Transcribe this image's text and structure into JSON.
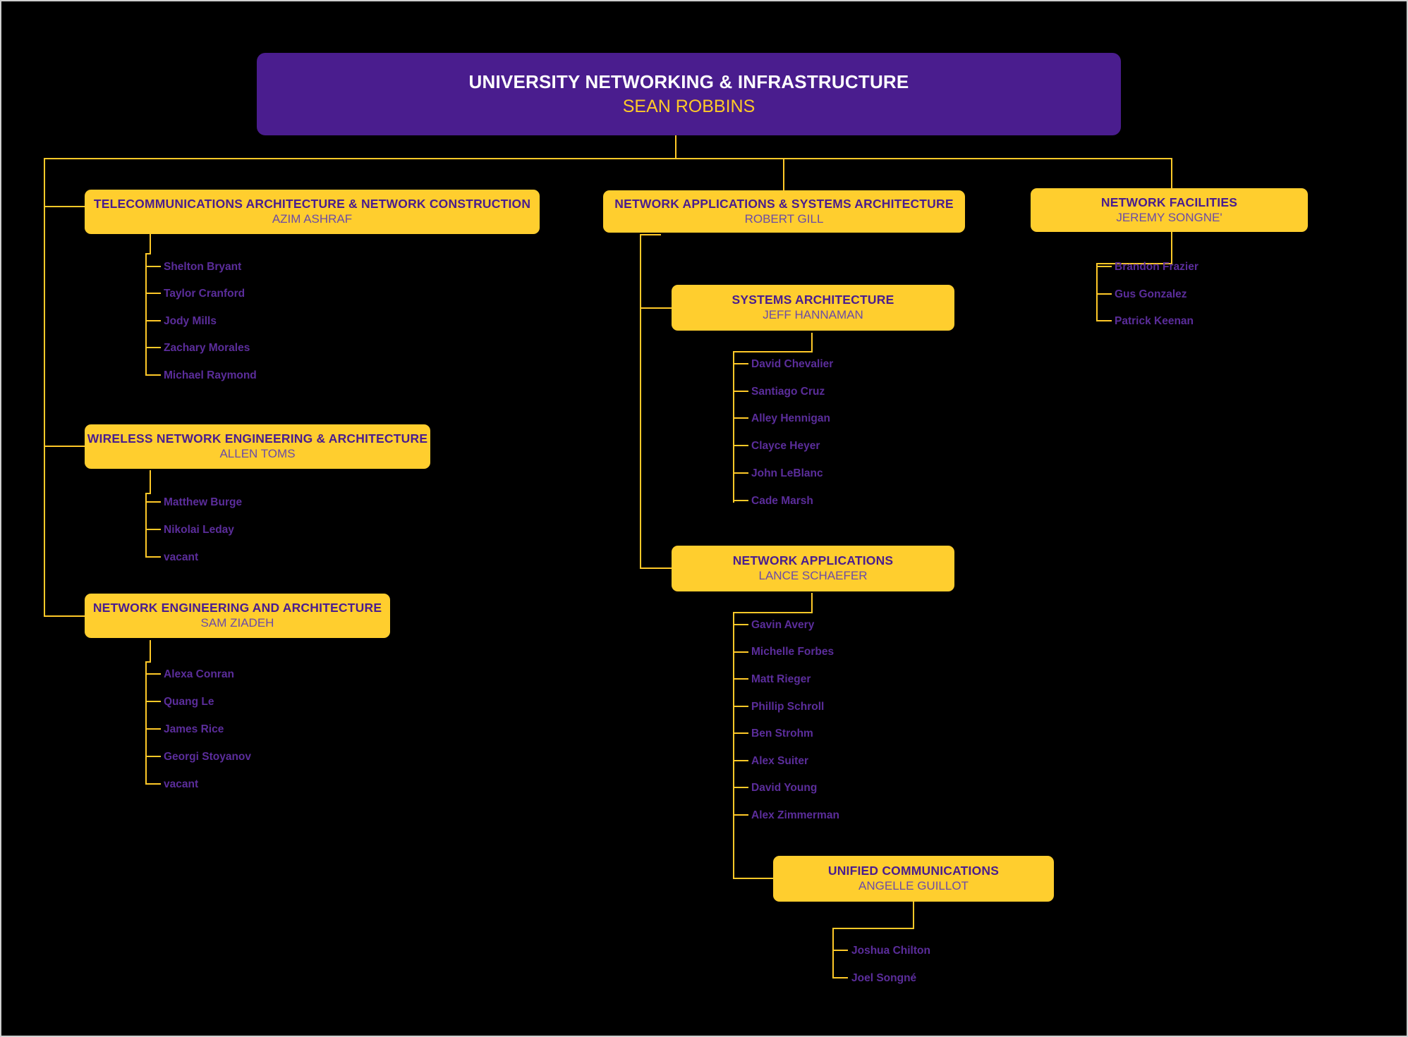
{
  "meta": {
    "chart_title": "UNIVERSITY NETWORKING & INFRASTRUCTURE",
    "background_color": "#000000",
    "box_color": "#ffce2e",
    "root_box_color": "#4a1d8e",
    "connector_color": "#ffc928",
    "unit_text_color": "#4a1d8e",
    "person_text_color": "#6b4ba8",
    "leaf_text_color": "#5b2d9b",
    "root_unit_text_color": "#ffffff",
    "root_person_text_color": "#ffc928"
  },
  "root": {
    "unit": "UNIVERSITY NETWORKING & INFRASTRUCTURE",
    "person": "SEAN ROBBINS"
  },
  "departments": {
    "telecom": {
      "unit": "TELECOMMUNICATIONS ARCHITECTURE & NETWORK CONSTRUCTION",
      "person": "AZIM ASHRAF",
      "staff": [
        "Shelton Bryant",
        "Taylor Cranford",
        "Jody Mills",
        "Zachary Morales",
        "Michael Raymond"
      ]
    },
    "wireless": {
      "unit": "WIRELESS NETWORK ENGINEERING & ARCHITECTURE",
      "person": "ALLEN TOMS",
      "staff": [
        "Matthew Burge",
        "Nikolai Leday",
        "vacant"
      ]
    },
    "netengarch": {
      "unit": "NETWORK ENGINEERING AND ARCHITECTURE",
      "person": "SAM ZIADEH",
      "staff": [
        "Alexa Conran",
        "Quang Le",
        "James Rice",
        "Georgi Stoyanov",
        "vacant"
      ]
    },
    "netappsys": {
      "unit": "NETWORK APPLICATIONS & SYSTEMS ARCHITECTURE",
      "person": "ROBERT GILL",
      "staff": []
    },
    "sysarch": {
      "unit": "SYSTEMS ARCHITECTURE",
      "person": "JEFF HANNAMAN",
      "staff": [
        "David Chevalier",
        "Santiago Cruz",
        "Alley Hennigan",
        "Clayce Heyer",
        "John LeBlanc",
        "Cade Marsh"
      ]
    },
    "netapps": {
      "unit": "NETWORK APPLICATIONS",
      "person": "LANCE SCHAEFER",
      "staff": [
        "Gavin Avery",
        "Michelle Forbes",
        "Matt Rieger",
        "Phillip Schroll",
        "Ben Strohm",
        "Alex Suiter",
        "David Young",
        "Alex Zimmerman"
      ]
    },
    "unifiedcomm": {
      "unit": "UNIFIED COMMUNICATIONS",
      "person": "ANGELLE GUILLOT",
      "staff": [
        "Joshua Chilton",
        "Joel Songné"
      ]
    },
    "netfacilities": {
      "unit": "NETWORK FACILITIES",
      "person": "JEREMY SONGNE'",
      "staff": [
        "Brandon Frazier",
        "Gus Gonzalez",
        "Patrick Keenan"
      ]
    }
  }
}
